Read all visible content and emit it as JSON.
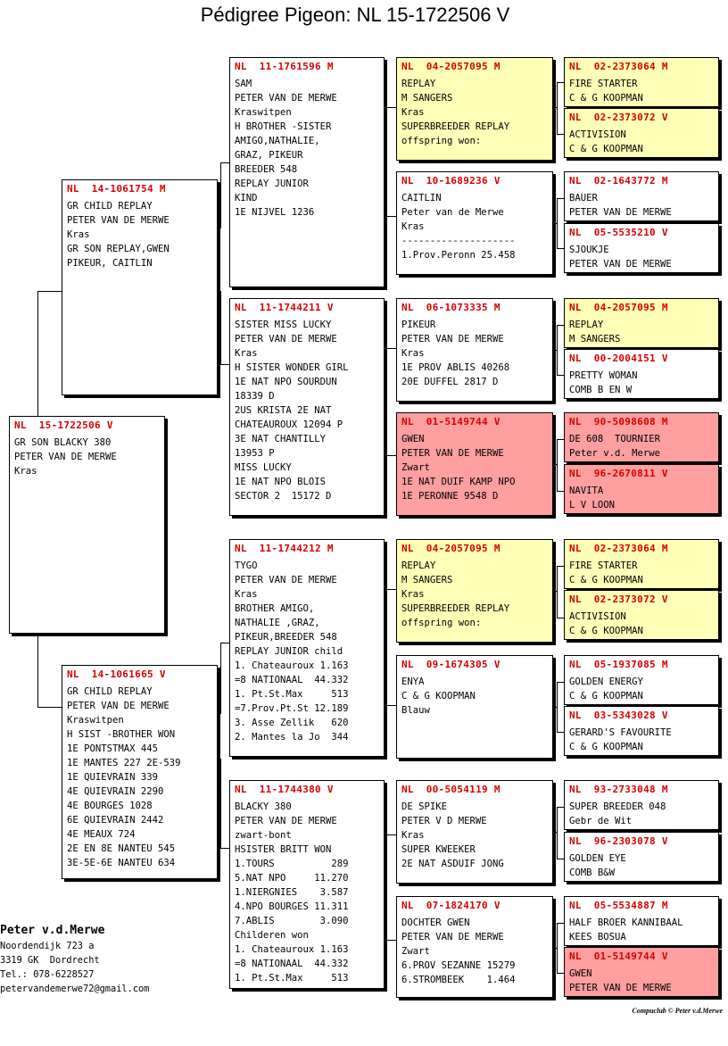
{
  "title": "Pédigree Pigeon: NL  15-1722506 V",
  "footer": "Compuclub © Peter v.d.Merwe",
  "owner": {
    "name": "Peter v.d.Merwe",
    "lines": [
      "Noordendijk 723 a",
      "3319 GK  Dordrecht",
      "Tel.: 078-6228527",
      "petervandemerwe72@gmail.com"
    ]
  },
  "pigeons": {
    "subject": {
      "ring": "NL  15-1722506 V",
      "color": "white",
      "lines": [
        "GR SON BLACKY 380",
        "PETER VAN DE MERWE",
        "Kras"
      ]
    },
    "p1": {
      "ring": "NL  14-1061754 M",
      "color": "white",
      "lines": [
        "GR CHILD REPLAY",
        "PETER VAN DE MERWE",
        "Kras",
        "GR SON REPLAY,GWEN",
        "PIKEUR, CAITLIN"
      ]
    },
    "p2": {
      "ring": "NL  14-1061665 V",
      "color": "white",
      "lines": [
        "GR CHILD REPLAY",
        "PETER VAN DE MERWE",
        "Kraswitpen",
        "H SIST -BROTHER WON",
        "1E PONTSTMAX 445",
        "1E MANTES 227 2E-539",
        "1E QUIEVRAIN 339",
        "4E QUIEVRAIN 2290",
        "4E BOURGES 1028",
        "6E QUIEVRAIN 2442",
        "4E MEAUX 724",
        "2E EN 8E NANTEU 545",
        "3E-5E-6E NANTEU 634"
      ]
    },
    "g1": {
      "ring": "NL  11-1761596 M",
      "color": "white",
      "lines": [
        "SAM",
        "PETER VAN DE MERWE",
        "Kraswitpen",
        "H BROTHER -SISTER",
        "AMIGO,NATHALIE,",
        "GRAZ, PIKEUR",
        "BREEDER 548",
        "REPLAY JUNIOR",
        "KIND",
        "1E NIJVEL 1236"
      ]
    },
    "g2": {
      "ring": "NL  11-1744211 V",
      "color": "white",
      "lines": [
        "SISTER MISS LUCKY",
        "PETER VAN DE MERWE",
        "Kras",
        "H SISTER WONDER GIRL",
        "1E NAT NPO SOURDUN",
        "18339 D",
        "2US KRISTA 2E NAT",
        "CHATEAUROUX 12094 P",
        "3E NAT CHANTILLY",
        "13953 P",
        "MISS LUCKY",
        "1E NAT NPO BLOIS",
        "SECTOR 2  15172 D"
      ]
    },
    "g3": {
      "ring": "NL  11-1744212 M",
      "color": "white",
      "lines": [
        "TYGO",
        "PETER VAN DE MERWE",
        "Kras",
        "BROTHER AMIGO,",
        "NATHALIE ,GRAZ,",
        "PIKEUR,BREEDER 548",
        "REPLAY JUNIOR child",
        "1. Chateauroux 1.163",
        "=8 NATIONAAL  44.332",
        "1. Pt.St.Max     513",
        "=7.Prov.Pt.St 12.189",
        "3. Asse Zellik   620",
        "2. Mantes la Jo  344"
      ]
    },
    "g4": {
      "ring": "NL  11-1744380 V",
      "color": "white",
      "lines": [
        "BLACKY 380",
        "PETER VAN DE MERWE",
        "zwart-bont",
        "HSISTER BRITT WON",
        "1.TOURS          289",
        "5.NAT NPO     11.270",
        "1.NIERGNIES    3.587",
        "4.NPO BOURGES 11.311",
        "7.ABLIS        3.090",
        "Childeren won",
        "1. Chateauroux 1.163",
        "=8 NATIONAAL  44.332",
        "1. Pt.St.Max     513"
      ]
    },
    "gg1": {
      "ring": "NL  04-2057095 M",
      "color": "yellow",
      "lines": [
        "REPLAY",
        "M SANGERS",
        "Kras",
        "SUPERBREEDER REPLAY",
        "offspring won:"
      ]
    },
    "gg2": {
      "ring": "NL  10-1689236 V",
      "color": "white",
      "lines": [
        "CAITLIN",
        "Peter van de Merwe",
        "Kras",
        "--------------------",
        "1.Prov.Peronn 25.458"
      ]
    },
    "gg3": {
      "ring": "NL  06-1073335 M",
      "color": "white",
      "lines": [
        "PIKEUR",
        "PETER VAN DE MERWE",
        "Kras",
        "1E PROV ABLIS 40268",
        "20E DUFFEL 2817 D"
      ]
    },
    "gg4": {
      "ring": "NL  01-5149744 V",
      "color": "pink",
      "lines": [
        "GWEN",
        "PETER VAN DE MERWE",
        "Zwart",
        "1E NAT DUIF KAMP NPO",
        "1E PERONNE 9548 D"
      ]
    },
    "gg5": {
      "ring": "NL  04-2057095 M",
      "color": "yellow",
      "lines": [
        "REPLAY",
        "M SANGERS",
        "Kras",
        "SUPERBREEDER REPLAY",
        "offspring won:"
      ]
    },
    "gg6": {
      "ring": "NL  09-1674305 V",
      "color": "white",
      "lines": [
        "ENYA",
        "C & G KOOPMAN",
        "Blauw"
      ]
    },
    "gg7": {
      "ring": "NL  00-5054119 M",
      "color": "white",
      "lines": [
        "DE SPIKE",
        "PETER V D MERWE",
        "Kras",
        "SUPER KWEEKER",
        "2E NAT ASDUIF JONG"
      ]
    },
    "gg8": {
      "ring": "NL  07-1824170 V",
      "color": "white",
      "lines": [
        "DOCHTER GWEN",
        "PETER VAN DE MERWE",
        "Zwart",
        "6.PROV SEZANNE 15279",
        "6.STROMBEEK    1.464"
      ]
    },
    "ggg1": {
      "ring": "NL  02-2373064 M",
      "color": "yellow",
      "lines": [
        "FIRE STARTER",
        "C & G KOOPMAN"
      ]
    },
    "ggg2": {
      "ring": "NL  02-2373072 V",
      "color": "yellow",
      "lines": [
        "ACTIVISION",
        "C & G KOOPMAN"
      ]
    },
    "ggg3": {
      "ring": "NL  02-1643772 M",
      "color": "white",
      "lines": [
        "BAUER",
        "PETER VAN DE MERWE"
      ]
    },
    "ggg4": {
      "ring": "NL  05-5535210 V",
      "color": "white",
      "lines": [
        "SJOUKJE",
        "PETER VAN DE MERWE"
      ]
    },
    "ggg5": {
      "ring": "NL  04-2057095 M",
      "color": "yellow",
      "lines": [
        "REPLAY",
        "M SANGERS"
      ]
    },
    "ggg6": {
      "ring": "NL  00-2004151 V",
      "color": "white",
      "lines": [
        "PRETTY WOMAN",
        "COMB B EN W"
      ]
    },
    "ggg7": {
      "ring": "NL  90-5098608 M",
      "color": "pink",
      "lines": [
        "DE 608  TOURNIER",
        "Peter v.d. Merwe"
      ]
    },
    "ggg8": {
      "ring": "NL  96-2670811 V",
      "color": "pink",
      "lines": [
        "NAVITA",
        "L V LOON"
      ]
    },
    "ggg9": {
      "ring": "NL  02-2373064 M",
      "color": "yellow",
      "lines": [
        "FIRE STARTER",
        "C & G KOOPMAN"
      ]
    },
    "ggg10": {
      "ring": "NL  02-2373072 V",
      "color": "yellow",
      "lines": [
        "ACTIVISION",
        "C & G KOOPMAN"
      ]
    },
    "ggg11": {
      "ring": "NL  05-1937085 M",
      "color": "white",
      "lines": [
        "GOLDEN ENERGY",
        "C & G KOOPMAN"
      ]
    },
    "ggg12": {
      "ring": "NL  03-5343028 V",
      "color": "white",
      "lines": [
        "GERARD'S FAVOURITE",
        "C & G KOOPMAN"
      ]
    },
    "ggg13": {
      "ring": "NL  93-2733048 M",
      "color": "white",
      "lines": [
        "SUPER BREEDER 048",
        "Gebr de Wit"
      ]
    },
    "ggg14": {
      "ring": "NL  96-2303078 V",
      "color": "white",
      "lines": [
        "GOLDEN EYE",
        "COMB B&W"
      ]
    },
    "ggg15": {
      "ring": "NL  05-5534887 M",
      "color": "white",
      "lines": [
        "HALF BROER KANNIBAAL",
        "KEES BOSUA"
      ]
    },
    "ggg16": {
      "ring": "NL  01-5149744 V",
      "color": "pink",
      "lines": [
        "GWEN",
        "PETER VAN DE MERWE"
      ]
    }
  }
}
